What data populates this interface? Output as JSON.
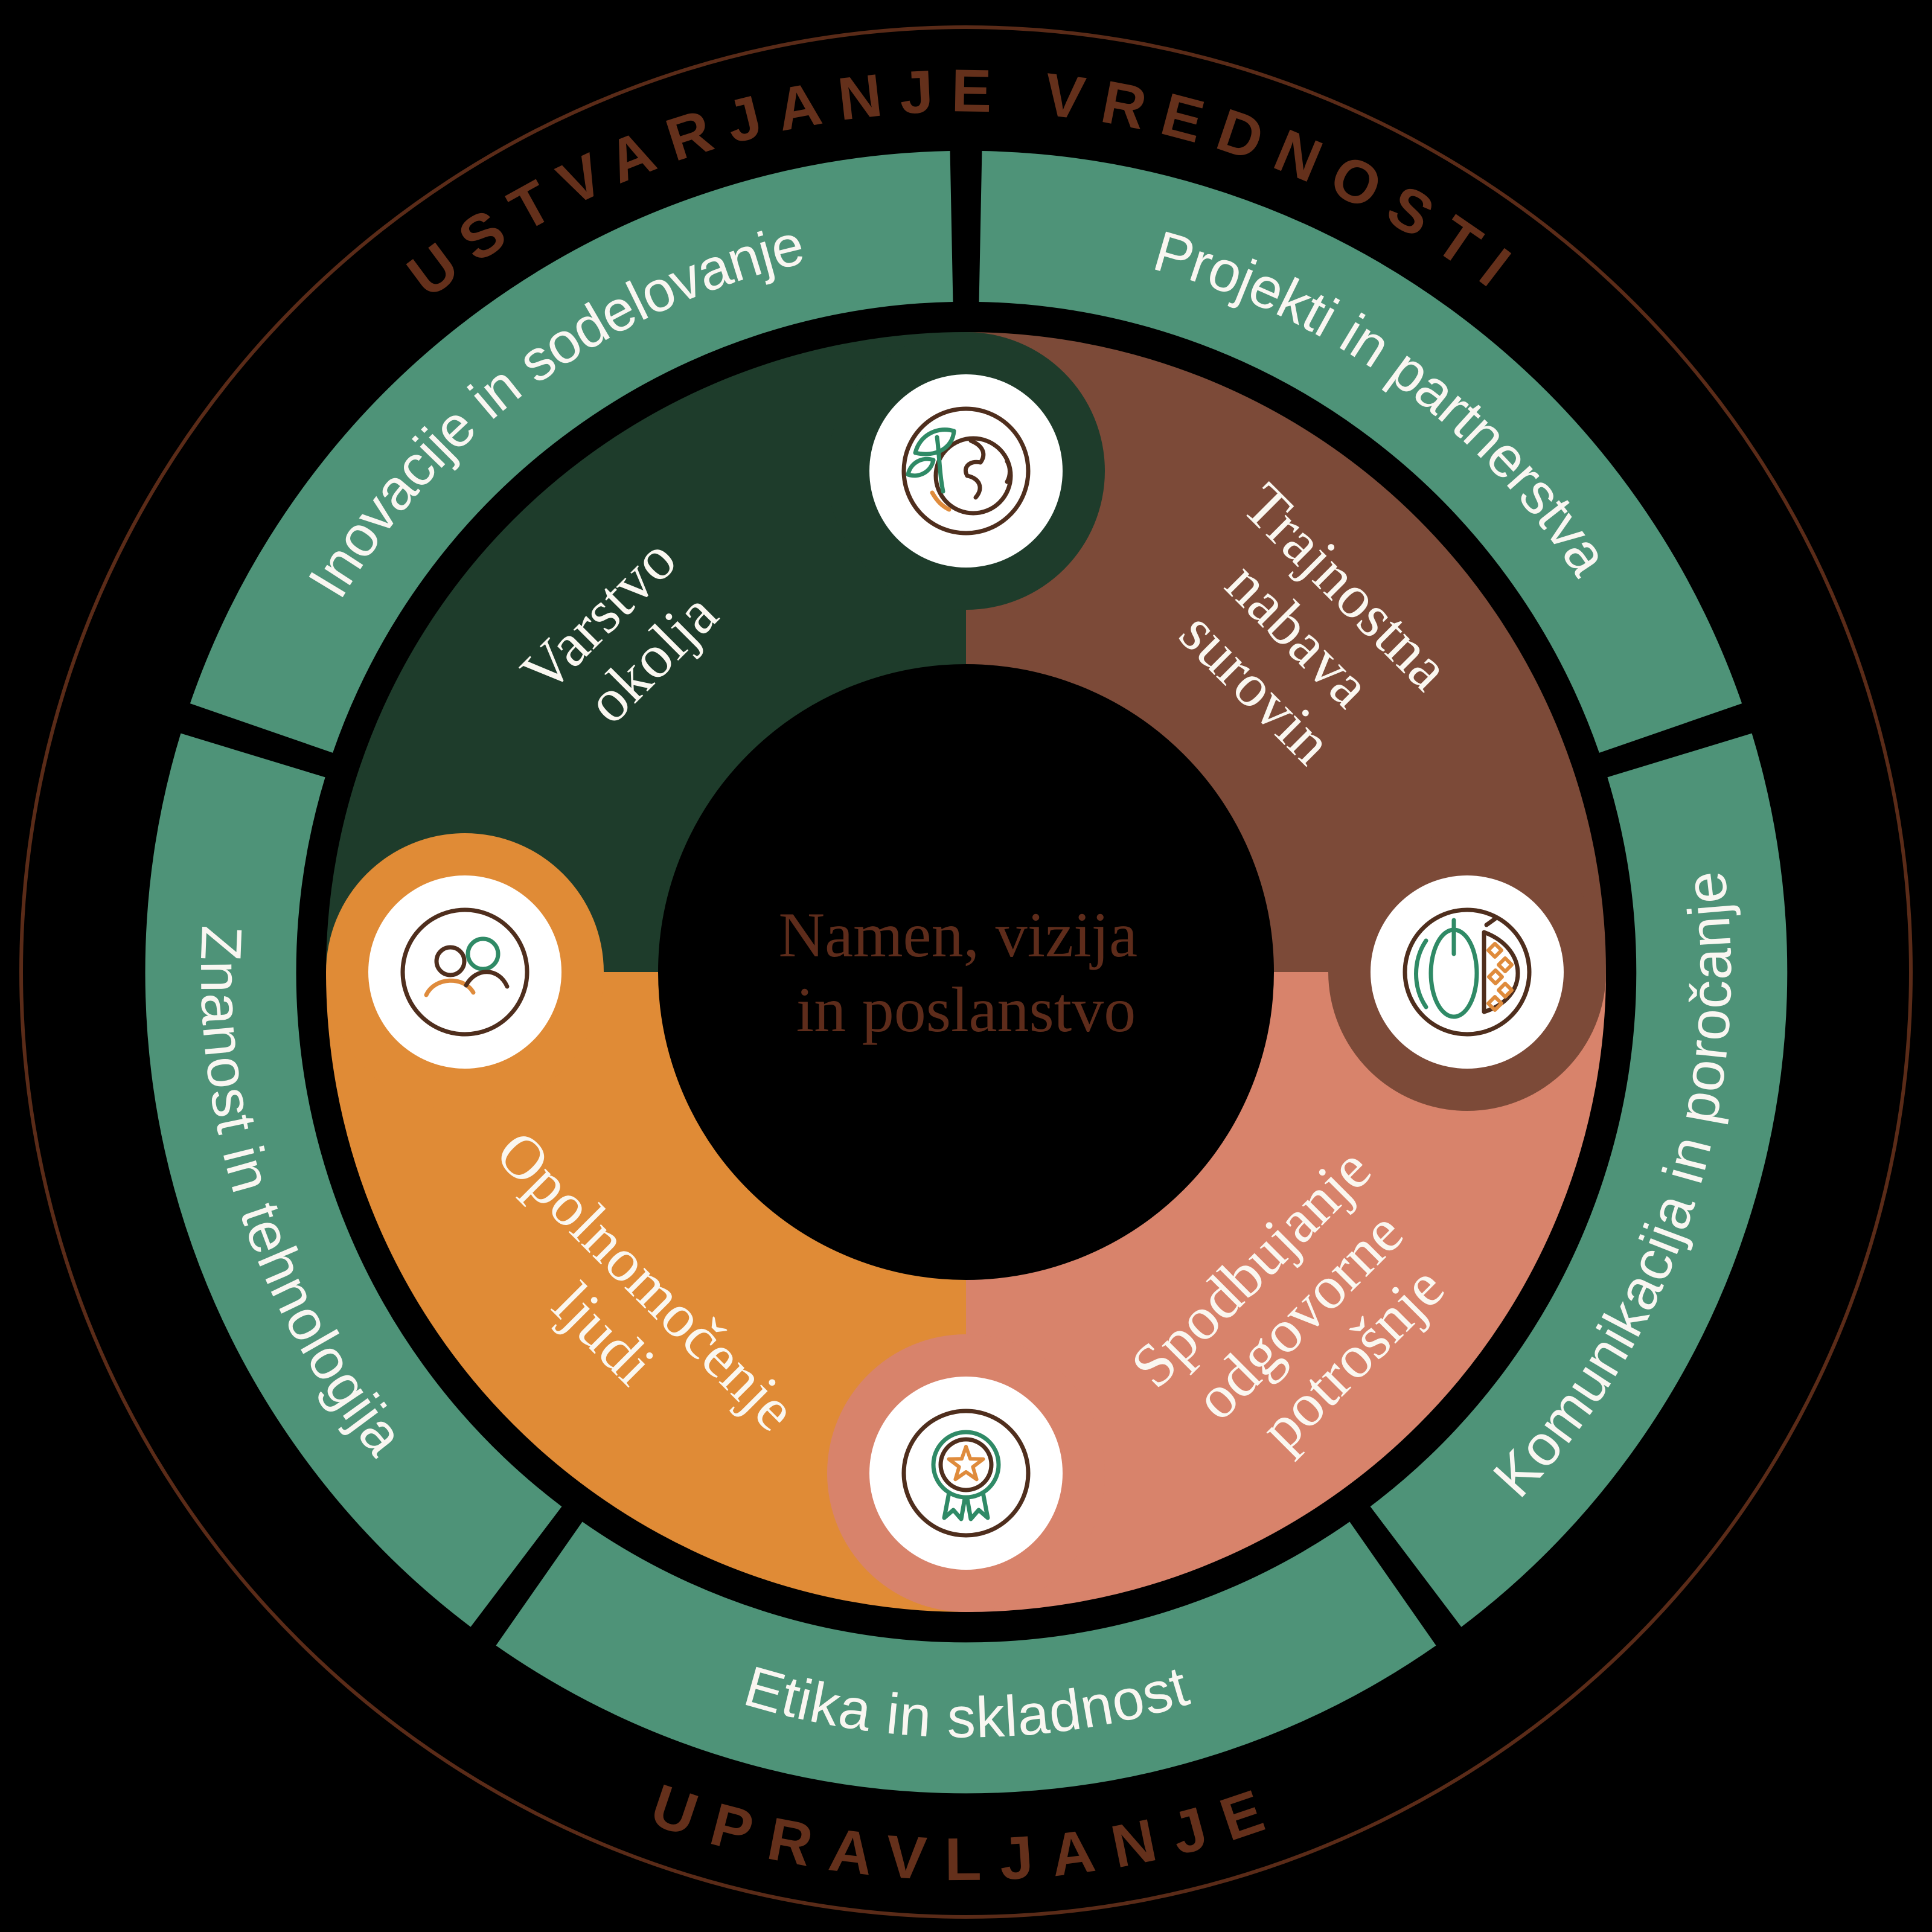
{
  "outer": {
    "top_label": "USTVARJANJE VREDNOSTI",
    "bottom_label": "UPRAVLJANJE"
  },
  "ring": {
    "items": [
      {
        "label": "Inovacije in sodelovanje"
      },
      {
        "label": "Projekti in partnerstva"
      },
      {
        "label": "Komunikacija in poročanje"
      },
      {
        "label": "Etika in skladnost"
      },
      {
        "label": "Znanost in tehnologija"
      }
    ]
  },
  "segments": [
    {
      "name": "varstvo-okolja",
      "label_lines": [
        "Varstvo",
        "okolja"
      ],
      "color": "#1E3C2B",
      "icon": "globe-leaf-icon"
    },
    {
      "name": "trajnostna-nabava-surovin",
      "label_lines": [
        "Trajnostna",
        "nabava",
        "surovin"
      ],
      "color": "#7C4A38",
      "icon": "cocoa-pod-icon"
    },
    {
      "name": "spodbujanje-odgovorne-potrosnje",
      "label_lines": [
        "Spodbujanje",
        "odgovorne",
        "potrošnje"
      ],
      "color": "#D8836B",
      "icon": "award-medal-icon"
    },
    {
      "name": "opolnomocenje-ljudi",
      "label_lines": [
        "Opolnomočenje",
        "ljudi"
      ],
      "color": "#E08B36",
      "icon": "people-icon"
    }
  ],
  "center": {
    "label_lines": [
      "Namen, vizija",
      "in poslanstvo"
    ]
  },
  "icons": {
    "top": "globe-leaf-icon",
    "right": "cocoa-pod-icon",
    "bottom": "award-medal-icon",
    "left": "people-icon"
  },
  "colors": {
    "background": "#000000",
    "ring_green": "#4E9378",
    "segment_dark_green": "#1E3C2B",
    "segment_brown": "#7C4A38",
    "segment_salmon": "#D8836B",
    "segment_orange": "#E08B36",
    "outline_brown": "#5A2B18",
    "cap_text_brown": "#64301B",
    "center_text_brown": "#5E2C1B",
    "ring_text_white": "#F9F6F1",
    "icon_brown": "#4F2E1D",
    "icon_green": "#2F8A66",
    "icon_orange": "#DF8B3C",
    "icon_bg_white": "#FFFFFF"
  }
}
